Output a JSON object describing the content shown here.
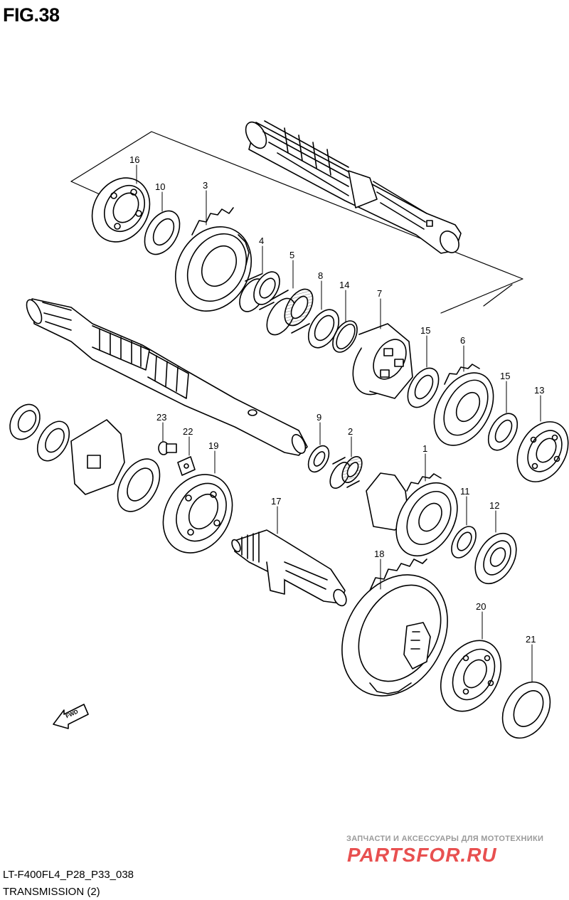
{
  "figure": {
    "title": "FIG.38"
  },
  "footer": {
    "code": "LT-F400FL4_P28_P33_038",
    "title": "TRANSMISSION (2)"
  },
  "fwd_badge": {
    "text": "FWD"
  },
  "watermark": {
    "small_text": "ЗАПЧАСТИ И АКСЕССУАРЫ ДЛЯ МОТОТЕХНИКИ",
    "big_text": "PARTSFOR.RU",
    "color": "#e85050"
  },
  "callouts": {
    "c16": "16",
    "c10": "10",
    "c3": "3",
    "c4": "4",
    "c5": "5",
    "c8": "8",
    "c14": "14",
    "c7": "7",
    "c15a": "15",
    "c6": "6",
    "c15b": "15",
    "c13": "13",
    "c23": "23",
    "c22": "22",
    "c19": "19",
    "c9": "9",
    "c2": "2",
    "c1": "1",
    "c11": "11",
    "c12": "12",
    "c17": "17",
    "c18": "18",
    "c20": "20",
    "c21": "21"
  }
}
